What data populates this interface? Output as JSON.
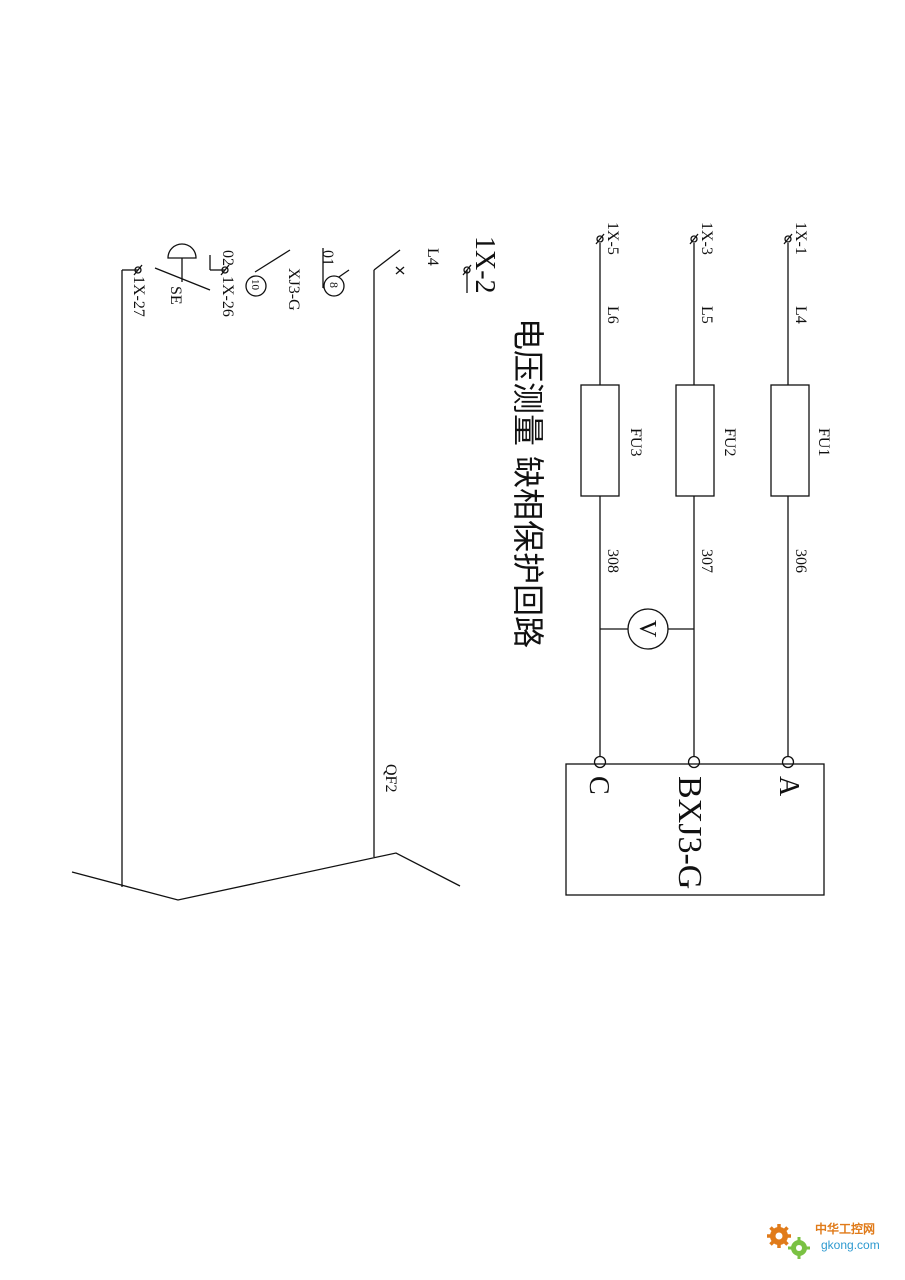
{
  "title": "电压测量 缺相保护回路",
  "phase_circuit": {
    "terminals": [
      "1X-1",
      "1X-3",
      "1X-5"
    ],
    "wires_in": [
      "L4",
      "L5",
      "L6"
    ],
    "fuses": [
      "FU1",
      "FU2",
      "FU3"
    ],
    "wires_out": [
      "306",
      "307",
      "308"
    ],
    "voltmeter": "V",
    "relay": {
      "name": "BXJ3-G",
      "pins": [
        "A",
        "C"
      ]
    }
  },
  "control_circuit": {
    "terminal_top": "1X-2",
    "wire": "L4",
    "breaker": "QF2",
    "contact_start": "01",
    "contact_number_1": "8",
    "relay_contact": "XJ3-G",
    "contact_end": "02",
    "contact_number_2": "10",
    "terminal_mid": "1X-26",
    "buzzer": "SE",
    "terminal_bottom": "1X-27"
  },
  "watermark": {
    "cn": "中华工控网",
    "url": "gkong.com",
    "icon": "gear-icon"
  },
  "colors": {
    "line": "#111111",
    "watermark_orange": "#e07b1a",
    "watermark_blue": "#2e9ad0"
  }
}
